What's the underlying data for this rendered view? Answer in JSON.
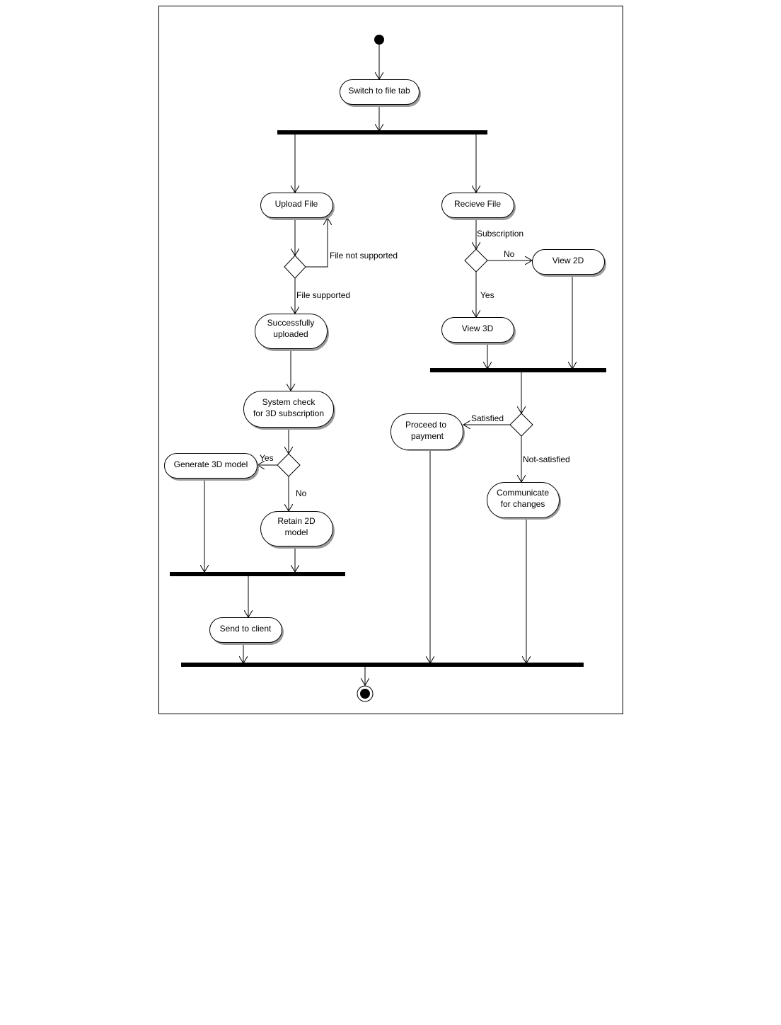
{
  "diagram": {
    "type": "uml-activity",
    "actions": {
      "switch": "Switch to file tab",
      "upload": "Upload File",
      "receive": "Recieve File",
      "uploaded_l1": "Successfully",
      "uploaded_l2": "uploaded",
      "view2d": "View 2D",
      "view3d": "View 3D",
      "check_l1": "System check",
      "check_l2": "for 3D subscription",
      "payment_l1": "Proceed to",
      "payment_l2": "payment",
      "generate": "Generate 3D model",
      "retain_l1": "Retain 2D",
      "retain_l2": "model",
      "communicate_l1": "Communicate",
      "communicate_l2": "for changes",
      "send": "Send to client"
    },
    "guards": {
      "file_not_supported": "File not supported",
      "file_supported": "File supported",
      "subscription": "Subscription",
      "no_right": "No",
      "yes_down": "Yes",
      "satisfied": "Satisfied",
      "not_satisfied": "Not-satisfied",
      "yes_left": "Yes",
      "no_down": "No"
    }
  }
}
